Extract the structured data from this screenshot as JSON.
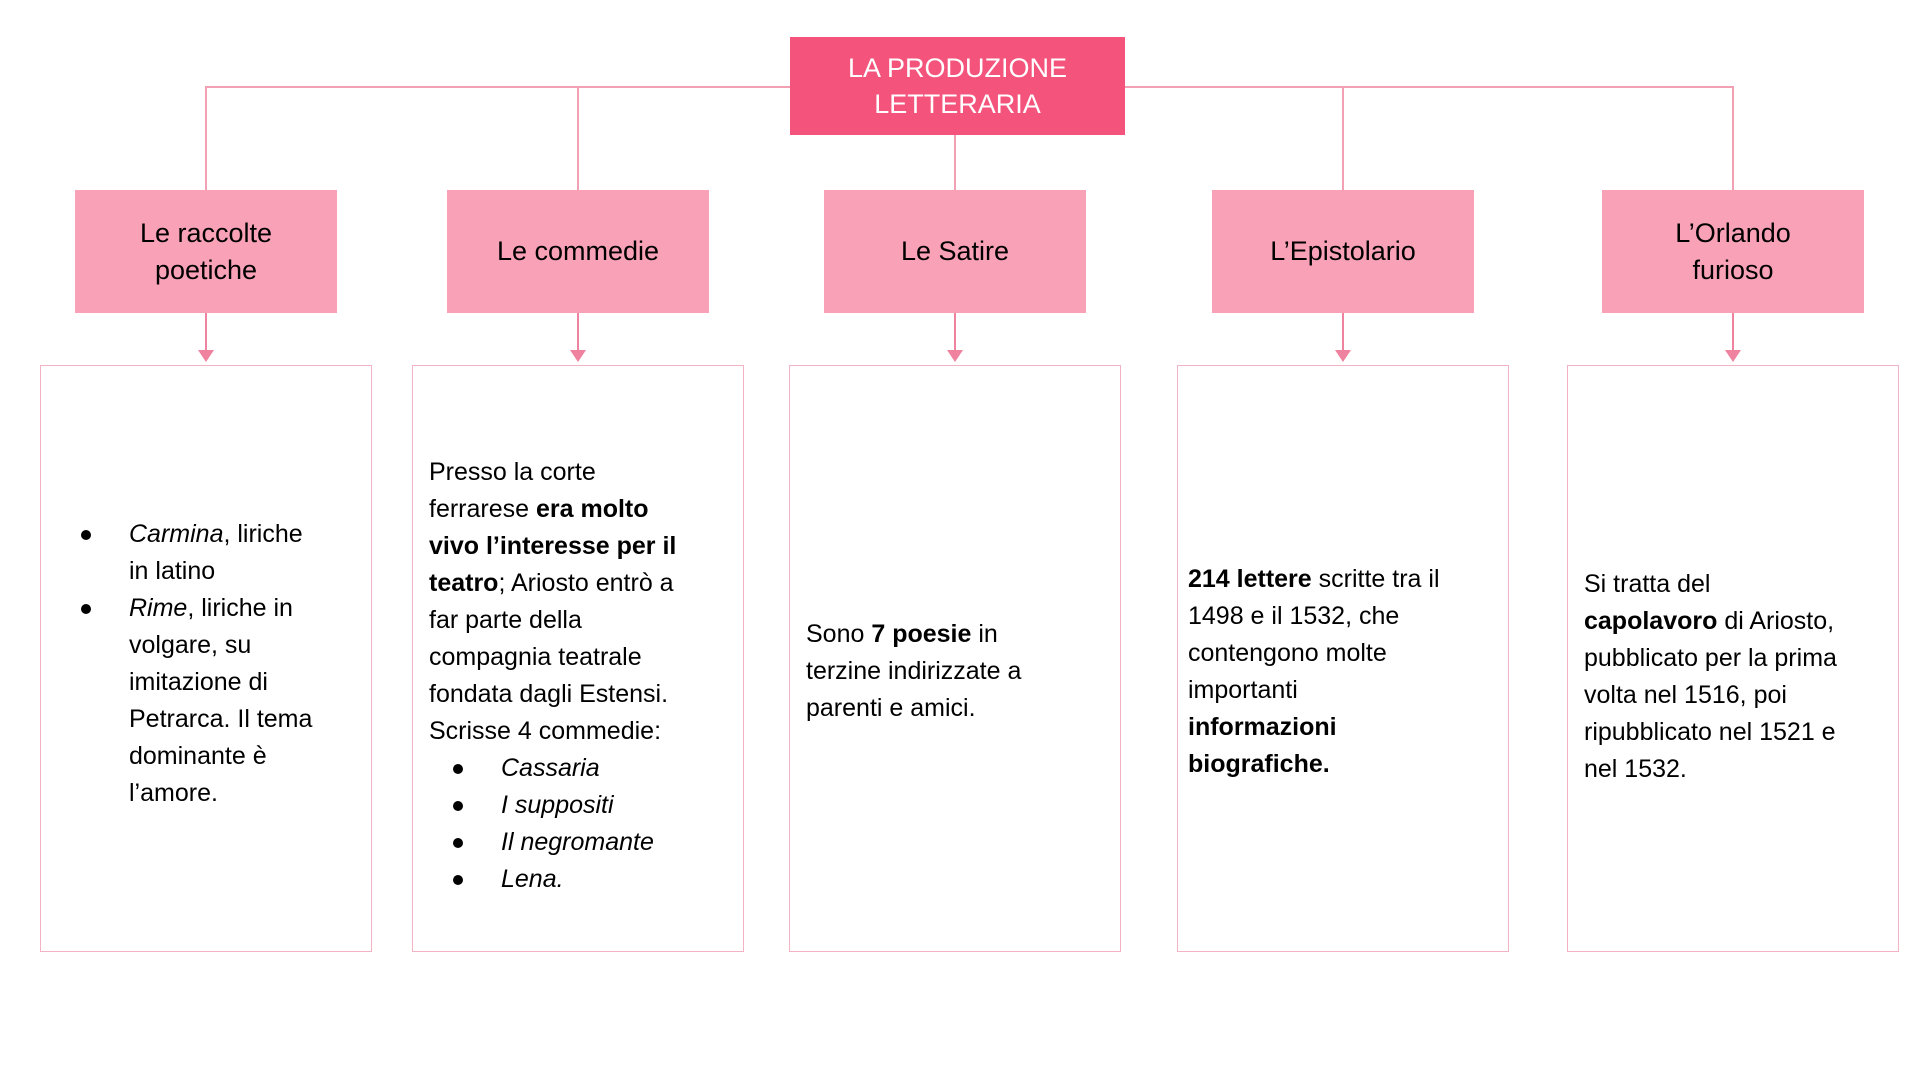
{
  "slide": {
    "title": {
      "text": "LA PRODUZIONE LETTERARIA",
      "lines": [
        "LA PRODUZIONE",
        "LETTERARIA"
      ]
    },
    "colors": {
      "title_bg": "#f4547c",
      "header_bg": "#f9a2b7",
      "connector": "#f2a0b4",
      "arrow": "#ef829e",
      "content_border": "#f3b3c4",
      "title_text": "#ffffff",
      "body_text": "#000000"
    },
    "columns": [
      {
        "id": "raccolte-poetiche",
        "header_lines": [
          "Le raccolte",
          "poetiche"
        ],
        "blocks": [
          {
            "type": "bullet",
            "lines": [
              [
                {
                  "t": "Carmina",
                  "i": true
                },
                {
                  "t": ", liriche"
                }
              ],
              [
                {
                  "t": "in latino"
                }
              ]
            ]
          },
          {
            "type": "bullet",
            "lines": [
              [
                {
                  "t": "Rime",
                  "i": true
                },
                {
                  "t": ", liriche in"
                }
              ],
              [
                {
                  "t": "volgare, su"
                }
              ],
              [
                {
                  "t": "imitazione di"
                }
              ],
              [
                {
                  "t": "Petrarca. Il tema"
                }
              ],
              [
                {
                  "t": "dominante è"
                }
              ],
              [
                {
                  "t": "l’amore."
                }
              ]
            ]
          }
        ]
      },
      {
        "id": "commedie",
        "header_lines": [
          "Le commedie"
        ],
        "blocks": [
          {
            "type": "paragraph",
            "lines": [
              [
                {
                  "t": "Presso la corte"
                }
              ],
              [
                {
                  "t": "ferrarese "
                },
                {
                  "t": "era molto",
                  "b": true
                }
              ],
              [
                {
                  "t": "vivo l’interesse per il",
                  "b": true
                }
              ],
              [
                {
                  "t": "teatro",
                  "b": true
                },
                {
                  "t": "; Ariosto entrò a"
                }
              ],
              [
                {
                  "t": "far parte della"
                }
              ],
              [
                {
                  "t": "compagnia teatrale"
                }
              ],
              [
                {
                  "t": "fondata dagli Estensi."
                }
              ],
              [
                {
                  "t": "Scrisse 4 commedie:"
                }
              ]
            ]
          },
          {
            "type": "bullet",
            "lines": [
              [
                {
                  "t": "Cassaria",
                  "i": true
                }
              ]
            ]
          },
          {
            "type": "bullet",
            "lines": [
              [
                {
                  "t": "I suppositi",
                  "i": true
                }
              ]
            ]
          },
          {
            "type": "bullet",
            "lines": [
              [
                {
                  "t": "Il negromante",
                  "i": true
                }
              ]
            ]
          },
          {
            "type": "bullet",
            "lines": [
              [
                {
                  "t": "Lena.",
                  "i": true
                }
              ]
            ]
          }
        ]
      },
      {
        "id": "satire",
        "header_lines": [
          "Le Satire"
        ],
        "blocks": [
          {
            "type": "paragraph",
            "lines": [
              [
                {
                  "t": "Sono "
                },
                {
                  "t": "7 poesie",
                  "b": true
                },
                {
                  "t": " in"
                }
              ],
              [
                {
                  "t": "terzine indirizzate a"
                }
              ],
              [
                {
                  "t": "parenti e amici."
                }
              ]
            ]
          }
        ]
      },
      {
        "id": "epistolario",
        "header_lines": [
          "L’Epistolario"
        ],
        "blocks": [
          {
            "type": "paragraph",
            "lines": [
              [
                {
                  "t": "214 lettere",
                  "b": true
                },
                {
                  "t": " scritte tra il"
                }
              ],
              [
                {
                  "t": "1498 e il 1532, che"
                }
              ],
              [
                {
                  "t": "contengono molte"
                }
              ],
              [
                {
                  "t": "importanti"
                }
              ],
              [
                {
                  "t": "informazioni",
                  "b": true
                }
              ],
              [
                {
                  "t": "biografiche.",
                  "b": true
                }
              ]
            ]
          }
        ]
      },
      {
        "id": "orlando-furioso",
        "header_lines": [
          "L’Orlando",
          "furioso"
        ],
        "blocks": [
          {
            "type": "paragraph",
            "lines": [
              [
                {
                  "t": "Si tratta del"
                }
              ],
              [
                {
                  "t": "capolavoro",
                  "b": true
                },
                {
                  "t": " di Ariosto,"
                }
              ],
              [
                {
                  "t": "pubblicato per la prima"
                }
              ],
              [
                {
                  "t": "volta nel 1516, poi"
                }
              ],
              [
                {
                  "t": "ripubblicato nel 1521 e"
                }
              ],
              [
                {
                  "t": "nel 1532."
                }
              ]
            ]
          }
        ]
      }
    ]
  }
}
